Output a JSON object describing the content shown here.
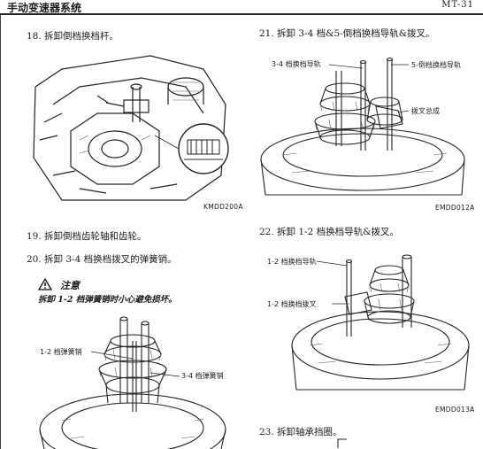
{
  "header": {
    "title": "手动变速器系统",
    "page": "MT-31"
  },
  "left": {
    "step18": "18.  拆卸倒档换档杆。",
    "code18": "KMDD200A",
    "step19": "19.  拆卸倒档齿轮轴和齿轮。",
    "step20": "20.  拆卸 3-4 档换档拨叉的弹簧销。",
    "caution_title": "注意",
    "caution_text": "拆卸 1-2 档弹簧销时小心避免损坏。",
    "label_12_pin": "1-2 档弹簧销",
    "label_34_pin": "3-4 档弹簧销"
  },
  "right": {
    "step21": "21.  拆卸 3-4 档&5-倒档换档导轨&拨叉。",
    "label_34_rail": "3-4 档换档导轨",
    "label_5r_rail": "5-倒档换档导轨",
    "label_fork_assy": "拨叉总成",
    "code21": "EMDD012A",
    "step22": "22.  拆卸 1-2 档换档导轨&拨叉。",
    "label_12_rail": "1-2 档换档导轨",
    "label_12_fork": "1-2 档换档拨叉",
    "code22": "EMDD013A",
    "step23": "23.  拆卸轴承挡圈。"
  }
}
